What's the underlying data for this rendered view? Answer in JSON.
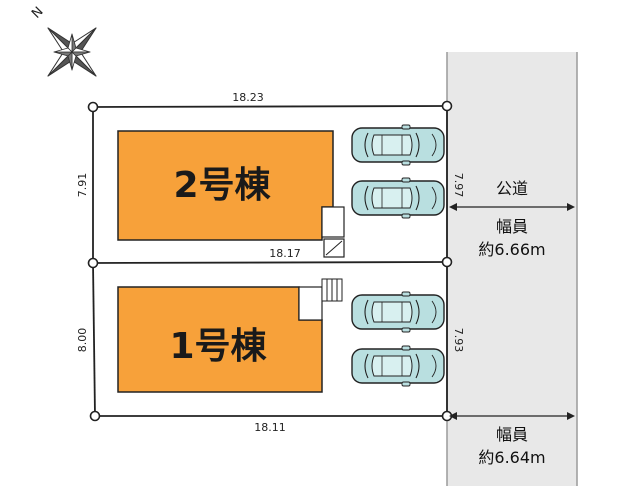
{
  "compass": {
    "north_label": "N",
    "icon": "compass-star-icon"
  },
  "lots": [
    {
      "building_label": "2号棟",
      "top_width": "18.23",
      "bottom_width": "18.17",
      "left_depth": "7.91",
      "right_depth": "7.97",
      "parking_spaces": 2
    },
    {
      "building_label": "1号棟",
      "top_width": "18.17",
      "bottom_width": "18.11",
      "left_depth": "8.00",
      "right_depth": "7.93",
      "parking_spaces": 2
    }
  ],
  "road": {
    "label": "公道",
    "width_label_1": "幅員",
    "width_value_1": "約6.66m",
    "width_label_2": "幅員",
    "width_value_2": "約6.64m"
  },
  "colors": {
    "building_fill": "#F7A13A",
    "road_fill": "#E8E8E8",
    "car_fill": "#B9DFE0",
    "line": "#222222"
  }
}
